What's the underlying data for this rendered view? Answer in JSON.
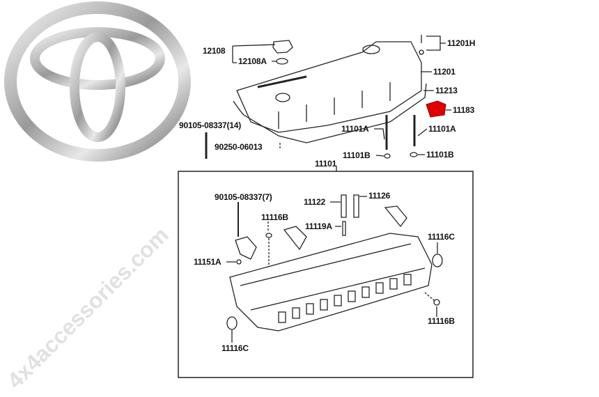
{
  "logo": {
    "brand": "Toyota",
    "icon": "toyota-logo"
  },
  "watermark": "4x4accessories.com",
  "highlight_color": "#e00000",
  "upper_labels": {
    "p12108": "12108",
    "p12108A": "12108A",
    "p11201H": "11201H",
    "p11201": "11201",
    "p11213": "11213",
    "p11183": "11183",
    "p90105_14": "90105-08337(14)",
    "p11101A_left": "11101A",
    "p11101A_right": "11101A",
    "p90250": "90250-06013",
    "p11101B_left": "11101B",
    "p11101B_right": "11101B",
    "p11101": "11101"
  },
  "lower_labels": {
    "p90105_7": "90105-08337(7)",
    "p11122": "11122",
    "p11126": "11126",
    "p11116B_top": "11116B",
    "p11119A": "11119A",
    "p11116C_right": "11116C",
    "p11151A": "11151A",
    "p11116B_bottom": "11116B",
    "p11116C_bottom": "11116C"
  }
}
